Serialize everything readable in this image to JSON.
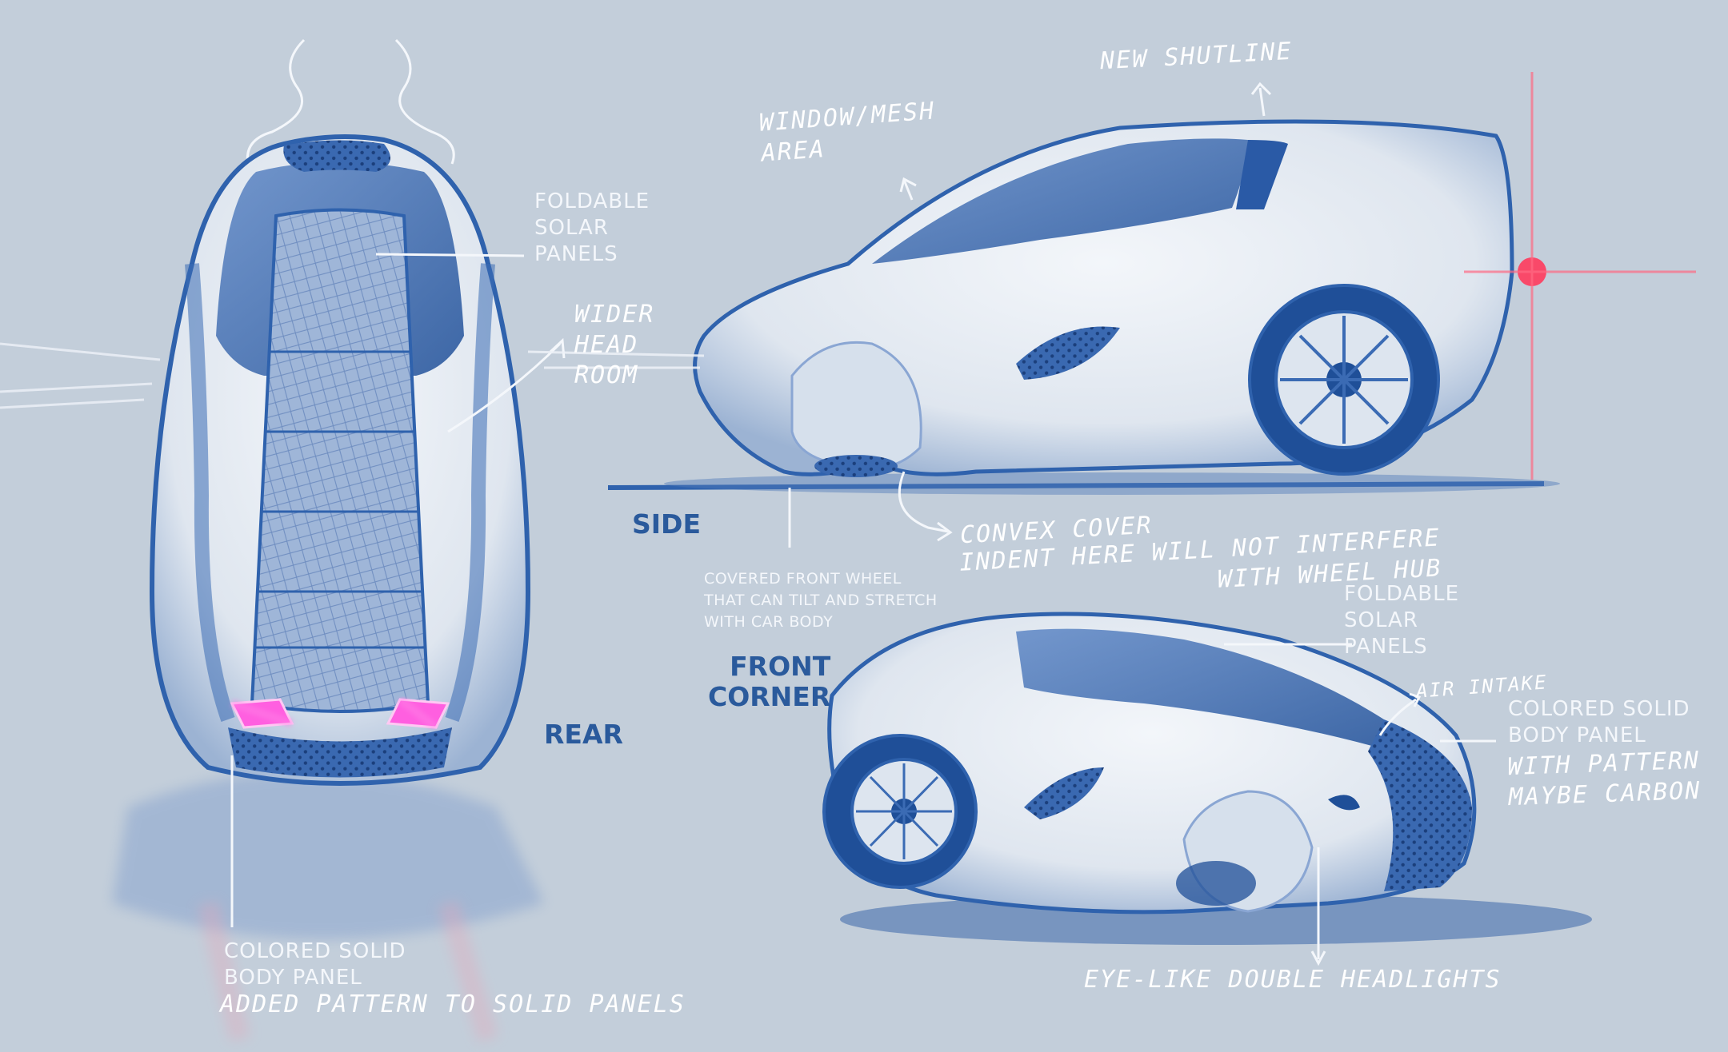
{
  "colors": {
    "background": "#c3ceda",
    "sketch_blue": "#2f62ad",
    "body_light": "#f1f4f8",
    "label_blue": "#2a5a9c",
    "taillight_pink": "#ff4fd3",
    "highlight_red": "#ff3b5c"
  },
  "views": {
    "rear": "REAR",
    "side": "SIDE",
    "front_corner": "FRONT\nCORNER"
  },
  "labels": {
    "foldable_solar_top": "FOLDABLE\nSOLAR\nPANELS",
    "wider_head_room": "WIDER\nHEAD\nROOM",
    "window_mesh": "WINDOW/MESH\nAREA",
    "new_shutline": "NEW SHUTLINE",
    "covered_front_wheel": "COVERED FRONT WHEEL\nTHAT CAN TILT AND STRETCH\nWITH  CAR BODY",
    "convex_cover": "CONVEX COVER",
    "indent_note": "INDENT HERE WILL NOT INTERFERE\nWITH WHEEL HUB",
    "foldable_solar_front": "FOLDABLE\nSOLAR\nPANELS",
    "air_intake": "AIR INTAKE",
    "colored_panel_right": "COLORED SOLID\nBODY PANEL",
    "pattern_carbon": "WITH PATTERN\nMAYBE CARBON",
    "colored_panel_rear": "COLORED SOLID\nBODY PANEL",
    "added_pattern": "ADDED PATTERN TO SOLID PANELS",
    "headlights": "EYE-LIKE DOUBLE HEADLIGHTS"
  }
}
